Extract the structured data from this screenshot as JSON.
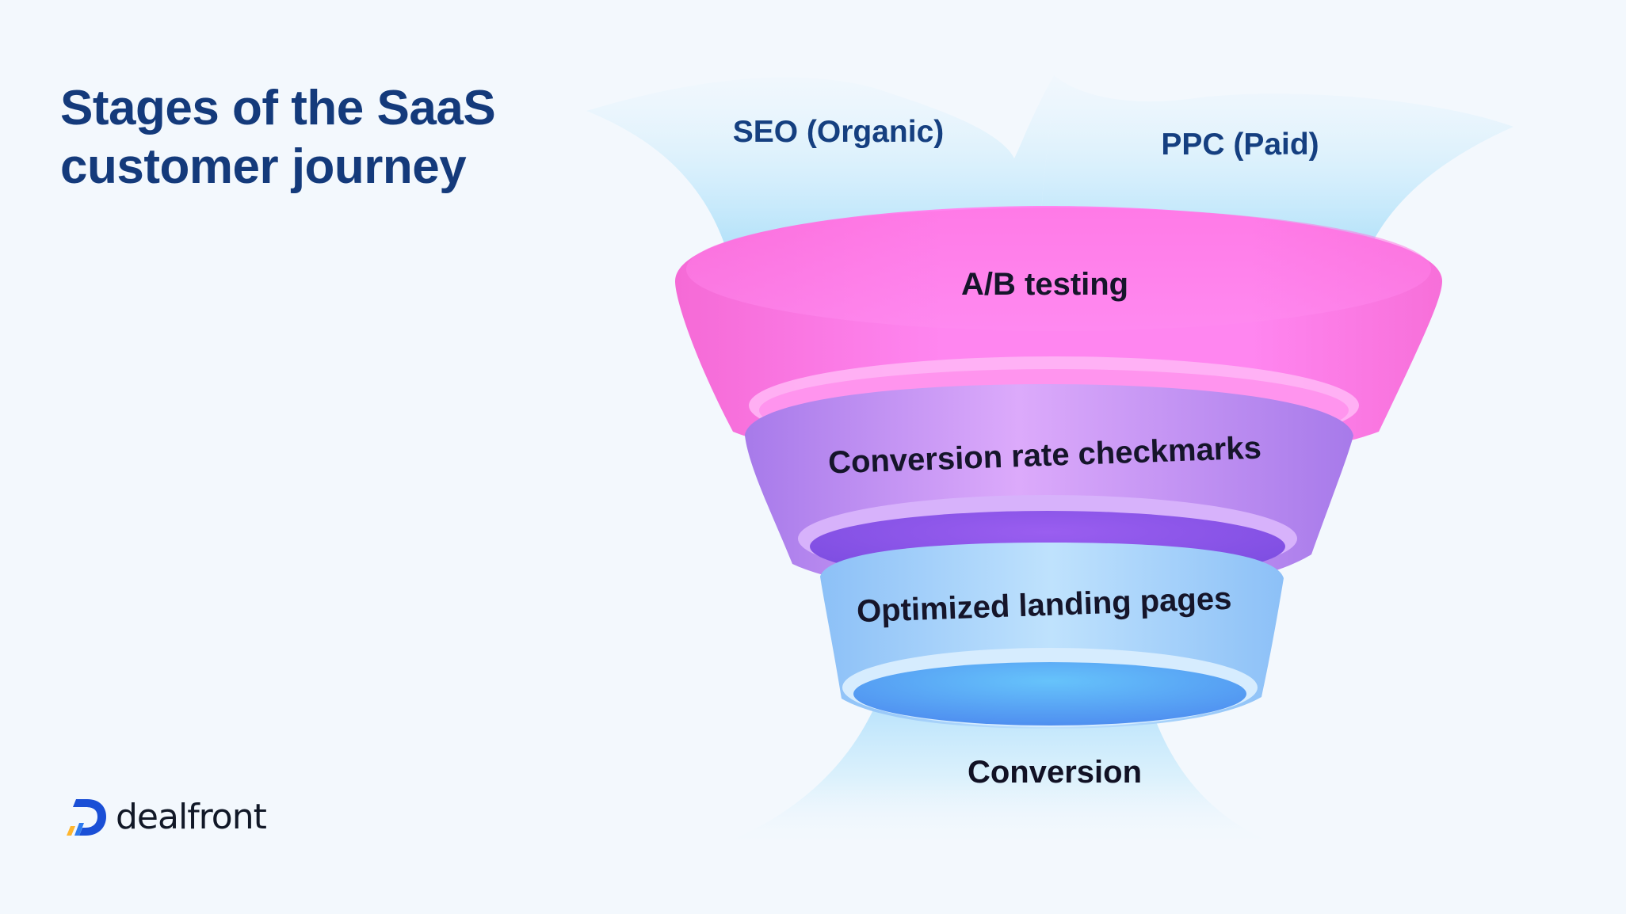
{
  "title": {
    "line1": "Stages of the SaaS",
    "line2": "customer journey"
  },
  "sources": {
    "organic": "SEO (Organic)",
    "paid": "PPC (Paid)"
  },
  "stages": [
    {
      "label": "A/B testing",
      "color": "#ff7ee8"
    },
    {
      "label": "Conversion rate checkmarks",
      "color": "#c99cf5"
    },
    {
      "label": "Optimized landing pages",
      "color": "#a8d4fb"
    }
  ],
  "outcome": "Conversion",
  "brand": {
    "name": "dealfront",
    "logo_icon": "dealfront-d-mark-icon",
    "colors": [
      "#1a4fd6",
      "#ffb62e",
      "#2e7bf0"
    ]
  }
}
